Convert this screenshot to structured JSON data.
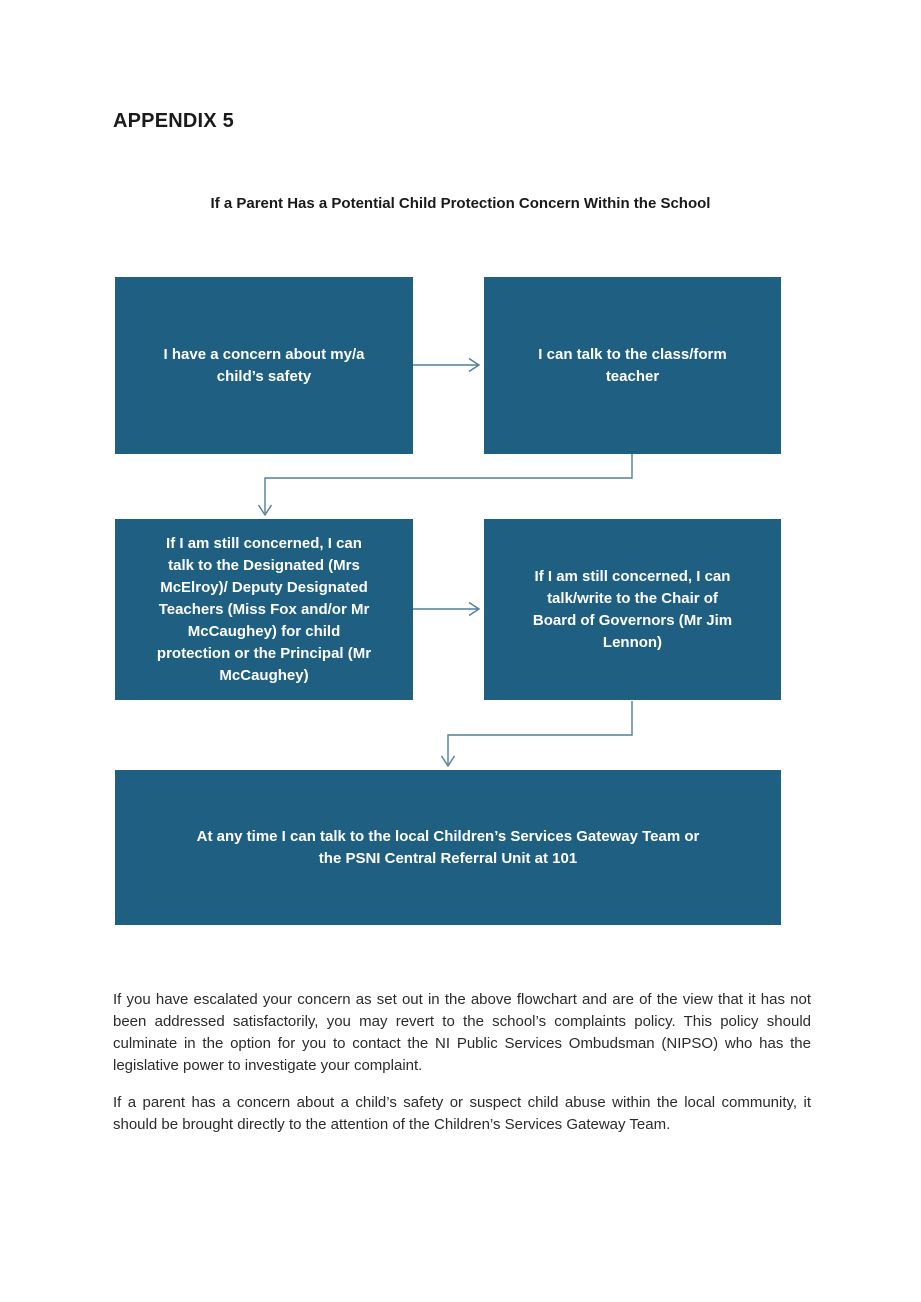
{
  "page": {
    "heading": "APPENDIX 5",
    "flowchart_title": "If a Parent Has a Potential Child Protection Concern Within the School"
  },
  "flowchart": {
    "boxes": [
      {
        "id": "concern",
        "text": "I have a concern about my/a\nchild’s safety"
      },
      {
        "id": "class-teacher",
        "text": "I can talk to the class/form\nteacher"
      },
      {
        "id": "designated-teachers",
        "text": "If I am still concerned, I can\ntalk to the Designated (Mrs\nMcElroy)/ Deputy Designated\nTeachers (Miss Fox and/or Mr\nMcCaughey) for child\nprotection or the Principal (Mr\nMcCaughey)"
      },
      {
        "id": "board-of-governors",
        "text": "If I am still concerned, I can\ntalk/write to the Chair of\nBoard of Governors (Mr Jim\nLennon)"
      },
      {
        "id": "gateway-team",
        "text": "At any time I can talk to the local Children’s Services Gateway Team or\nthe PSNI Central Referral Unit at 101"
      }
    ],
    "colors": {
      "box_fill": "#1e5f82",
      "box_text": "#ffffff",
      "connector": "#4f7e9b"
    }
  },
  "paragraphs": [
    "If you have escalated your concern as set out in the above flowchart and are of the view that it has not been addressed satisfactorily, you may revert to the school’s complaints policy. This policy should culminate in the option for you to contact the NI Public Services Ombudsman (NIPSO) who has the legislative power to investigate your complaint.",
    "If a parent has a concern about a child’s safety or suspect child abuse within the local community, it should be brought directly to the attention of the Children’s Services Gateway Team."
  ]
}
